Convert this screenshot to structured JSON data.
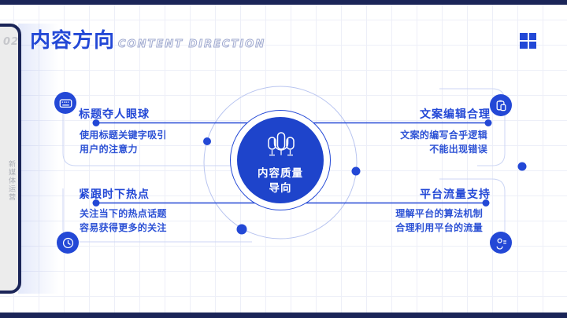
{
  "slide": {
    "page_number": "02",
    "side_tab_text": "新媒体运营",
    "title": "内容方向",
    "subtitle": "CONTENT DIRECTION"
  },
  "center": {
    "icon": "microphones-icon",
    "label_line1": "内容质量",
    "label_line2": "导向"
  },
  "items": [
    {
      "position": "top-left",
      "icon": "keyboard-icon",
      "title": "标题夺人眼球",
      "desc_line1": "使用标题关键字吸引",
      "desc_line2": "用户的注意力"
    },
    {
      "position": "top-right",
      "icon": "clipboard-icon",
      "title": "文案编辑合理",
      "desc_line1": "文案的编写合乎逻辑",
      "desc_line2": "不能出现错误"
    },
    {
      "position": "bottom-left",
      "icon": "clock-icon",
      "title": "紧跟时下热点",
      "desc_line1": "关注当下的热点话题",
      "desc_line2": "容易获得更多的关注"
    },
    {
      "position": "bottom-right",
      "icon": "user-list-icon",
      "title": "平台流量支持",
      "desc_line1": "理解平台的算法机制",
      "desc_line2": "合理利用平台的流量"
    }
  ],
  "colors": {
    "accent": "#2348d6",
    "center_fill": "#1e44cb",
    "navy_border": "#1b2558",
    "body_text": "#2d52d5",
    "light_circle_stroke": "#b9c5f0",
    "card_stroke": "#ccd6f4",
    "grid_line": "#edeff8",
    "tab_fill": "#ececec",
    "subtitle_outline": "#9fa9cf"
  }
}
